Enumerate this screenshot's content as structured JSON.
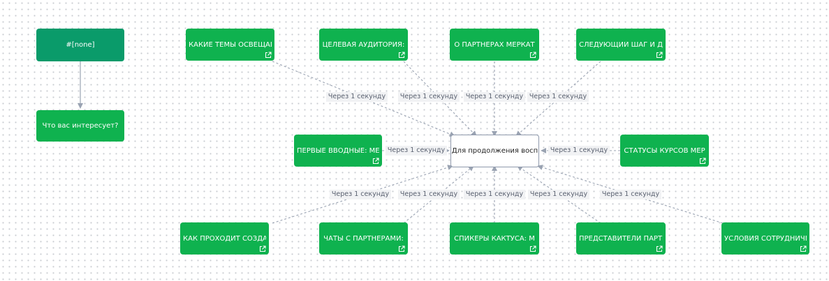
{
  "start_node": {
    "label": "#[none]"
  },
  "question_node": {
    "label": "Что вас интересует?"
  },
  "center_node": {
    "label": "Для продолжения восп"
  },
  "edge_label": "Через 1 секунду",
  "nodes": [
    {
      "label": "КАКИЕ ТЕМЫ ОСВЕЩАЕМ:"
    },
    {
      "label": "ЦЕЛЕВАЯ АУДИТОРИЯ:"
    },
    {
      "label": "О ПАРТНЕРАХ  МЕРКАТ"
    },
    {
      "label": "СЛЕДУЮЩИЙ ШАГ И ДАТА"
    },
    {
      "label": "ПЕРВЫЕ ВВОДНЫЕ:  МЕ"
    },
    {
      "label": "СТАТУСЫ КУРСОВ  МЕР"
    },
    {
      "label": "КАК ПРОХОДИТ СОЗДАНИ"
    },
    {
      "label": "ЧАТЫ С ПАРТНЕРАМИ:"
    },
    {
      "label": "СПИКЕРЫ КАКТУСА:  М"
    },
    {
      "label": "ПРЕДСТАВИТЕЛИ ПАРТНЕ"
    },
    {
      "label": "УСЛОВИЯ СОТРУДНИЧЕСТ"
    }
  ],
  "colors": {
    "node": "#0fb24f",
    "start_node": "#0a9b6a",
    "edge": "#9aa3b2",
    "edge_label_bg": "#f1f2f4"
  },
  "icons": {
    "node_link": "external-link-icon"
  }
}
